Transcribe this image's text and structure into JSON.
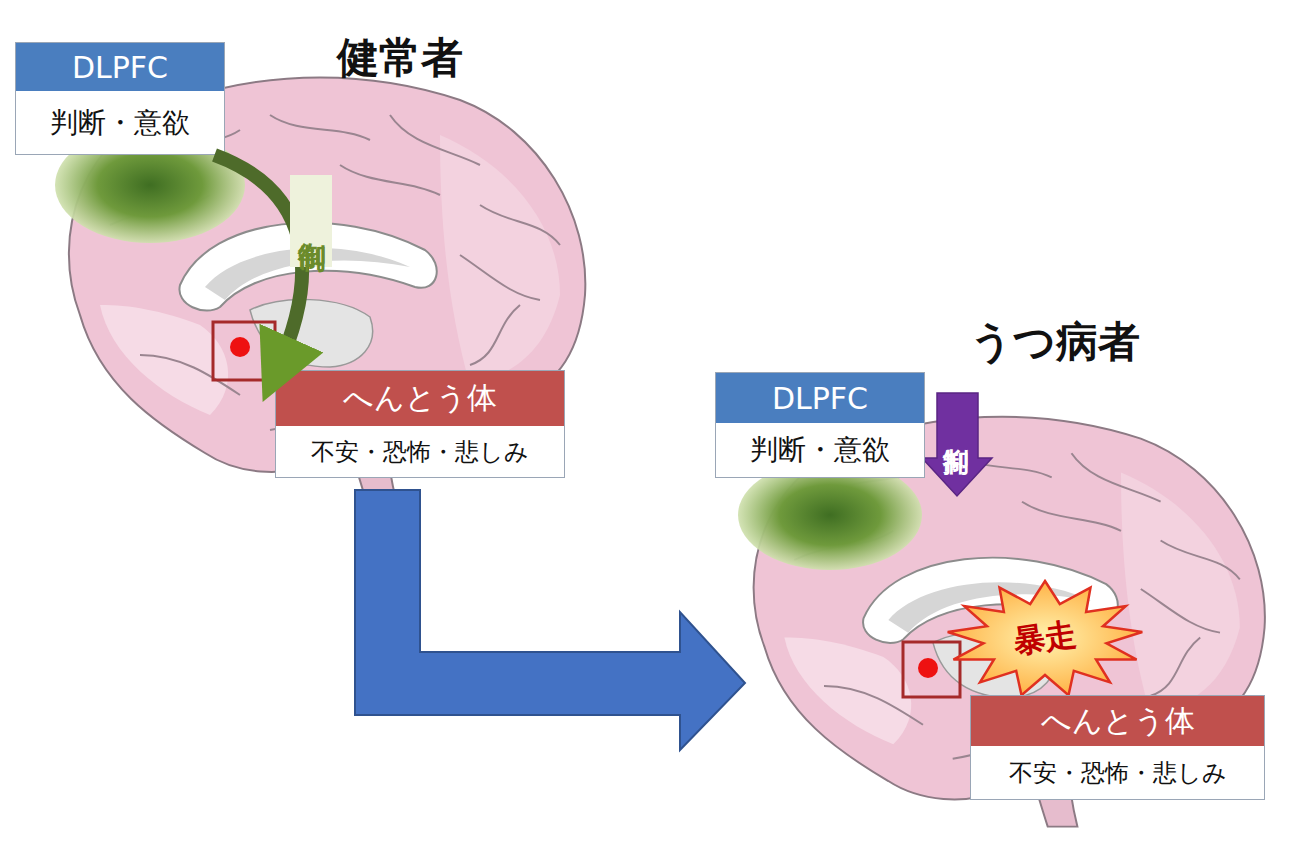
{
  "diagram": {
    "nodes": [
      {
        "text": [
          "DLPFC",
          "判断・意欲"
        ]
      },
      {
        "text": [
          "へんとう体",
          "不安・恐怖・悲しみ"
        ]
      },
      {
        "text": [
          "DLPFC",
          "判断・意欲"
        ]
      },
      {
        "text": [
          "暴走"
        ]
      },
      {
        "text": [
          "へんとう体",
          "不安・恐怖・悲しみ"
        ]
      }
    ],
    "edges": [
      {
        "from": 0,
        "to": 1,
        "arrow": "to",
        "label": "制御"
      }
    ],
    "labels": [
      "健常者",
      "うつ病者",
      "抑制"
    ]
  }
}
